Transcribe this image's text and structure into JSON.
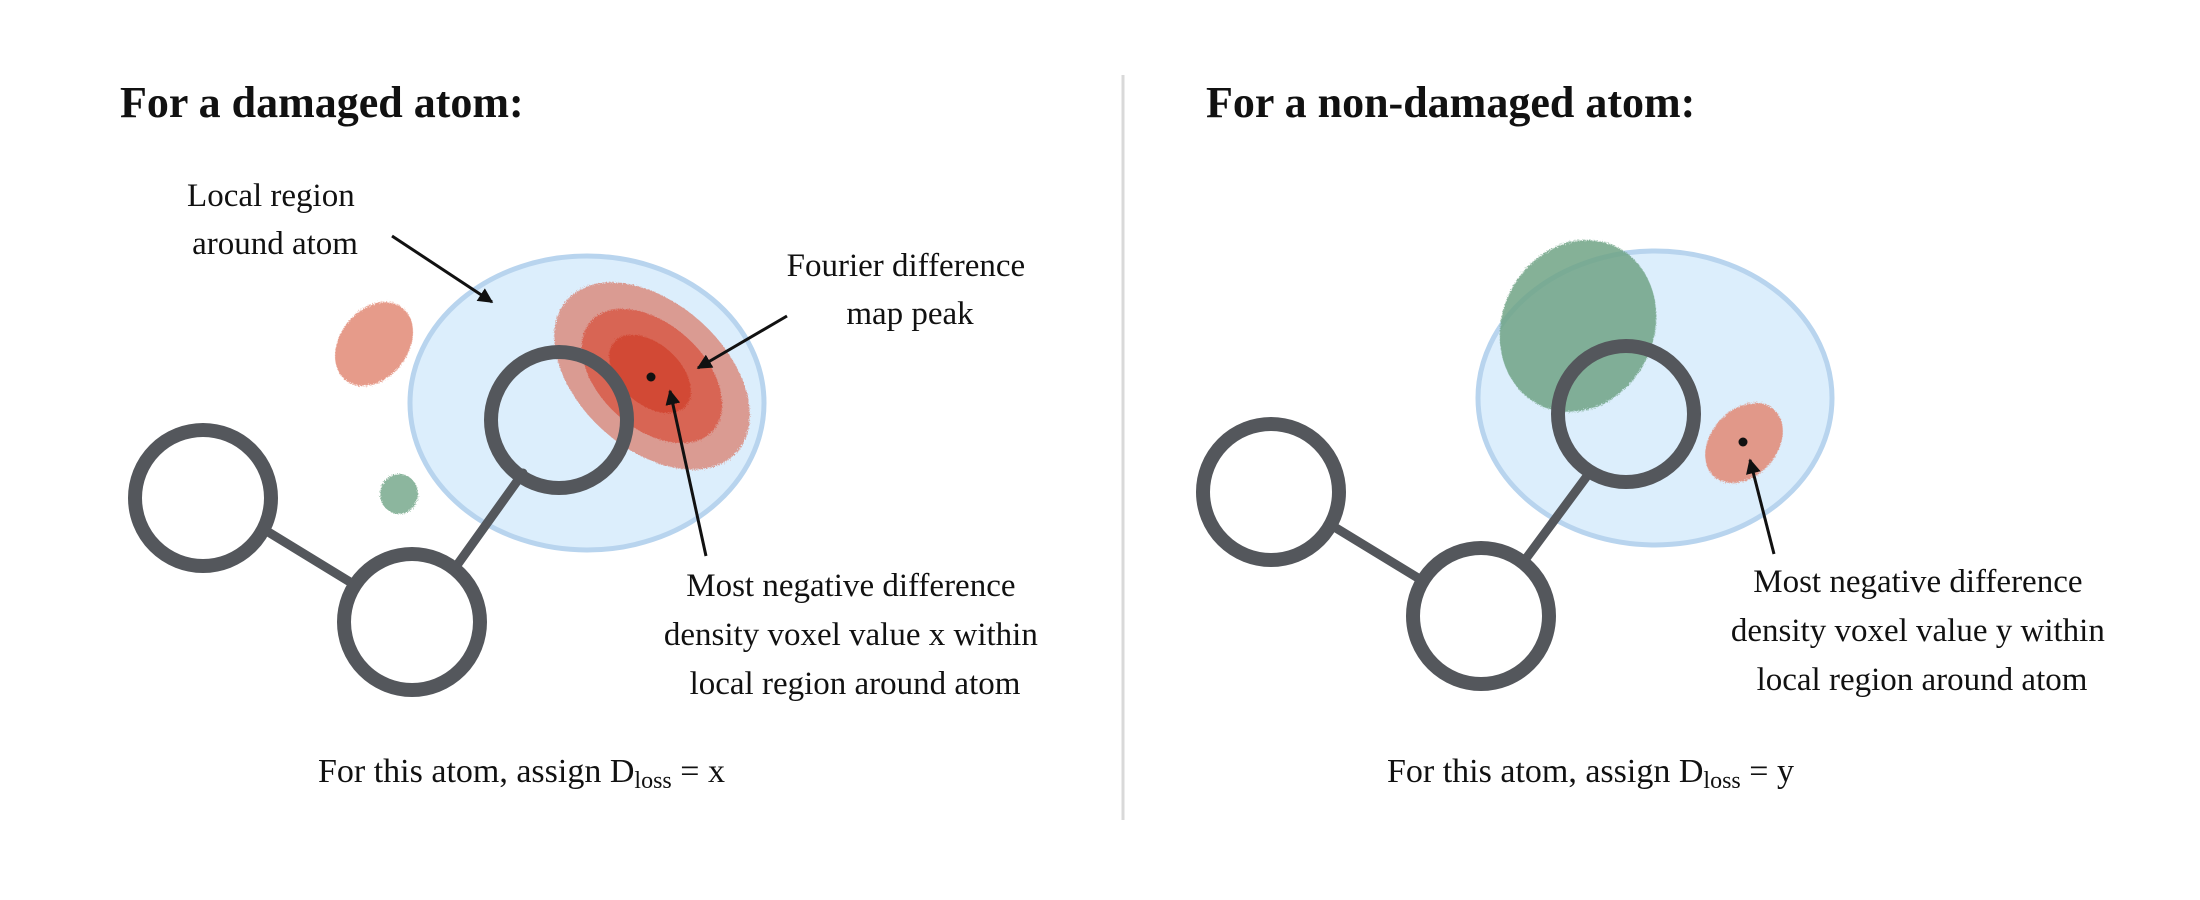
{
  "colors": {
    "background": "#ffffff",
    "ring": "#54575c",
    "region_fill": "#dceefc",
    "region_stroke": "#b8d4ee",
    "negative_peak": "#d9412a",
    "negative_light": "#e28a76",
    "positive_peak": "#6fa486",
    "divider": "#d9d9d9",
    "arrow": "#111111"
  },
  "icons": [
    "atom-ring-icon",
    "arrow-icon"
  ],
  "left_panel": {
    "title": "For a damaged atom:",
    "region_label": [
      "Local region",
      "around atom"
    ],
    "peak_label": [
      "Fourier difference",
      "map peak"
    ],
    "voxel_label": [
      "Most negative difference",
      "density voxel value x within",
      "local region around atom"
    ],
    "formula": {
      "prefix": "For this atom, assign D",
      "subscript": "loss",
      "suffix": " = x"
    }
  },
  "right_panel": {
    "title": "For a non-damaged atom:",
    "voxel_label": [
      "Most negative difference",
      "density voxel value y within",
      "local region around atom"
    ],
    "formula": {
      "prefix": "For this atom, assign D",
      "subscript": "loss",
      "suffix": " = y"
    }
  }
}
